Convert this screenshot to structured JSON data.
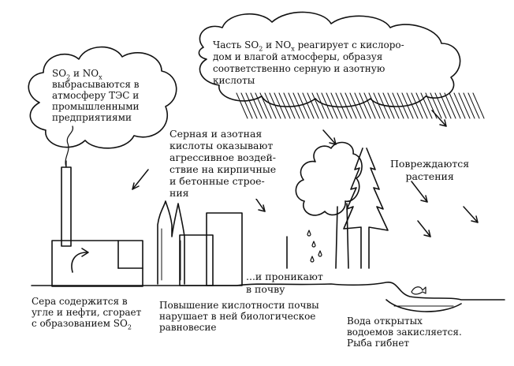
{
  "colors": {
    "ink": "#111111",
    "paper": "#ffffff"
  },
  "labels": {
    "cloud_left": [
      {
        "html": "SO<sub>2</sub> и NO<sub>x</sub>"
      },
      {
        "html": "выбрасываются в"
      },
      {
        "html": "атмосферу ТЭС и"
      },
      {
        "html": "промышленными"
      },
      {
        "html": "предприятиями"
      }
    ],
    "cloud_right": [
      {
        "html": "Часть SO<sub>2</sub> и NO<sub>x</sub> реагирует с кислоро-"
      },
      {
        "html": "дом и влагой атмосферы, образуя"
      },
      {
        "html": "соответственно серную и азотную"
      },
      {
        "html": "кислоты"
      }
    ],
    "acids_buildings": [
      "Серная и азотная",
      "кислоты оказывают",
      "агрессивное воздей-",
      "ствие на кирпичные",
      "и бетонные строе-",
      "ния"
    ],
    "plants": [
      "Повреждаются",
      "растения"
    ],
    "soil_penetration": [
      "...и проникают",
      "в почву"
    ],
    "sulfur": [
      {
        "html": "Сера содержится в"
      },
      {
        "html": "угле и нефти, сгорает"
      },
      {
        "html": "с образованием SO<sub>2</sub>"
      }
    ],
    "soil_acidity": [
      "Повышение кислотности почвы",
      "нарушает в ней биологическое",
      "равновесие"
    ],
    "water": [
      "Вода открытых",
      "водоемов закисляется.",
      "Рыба гибнет"
    ]
  }
}
